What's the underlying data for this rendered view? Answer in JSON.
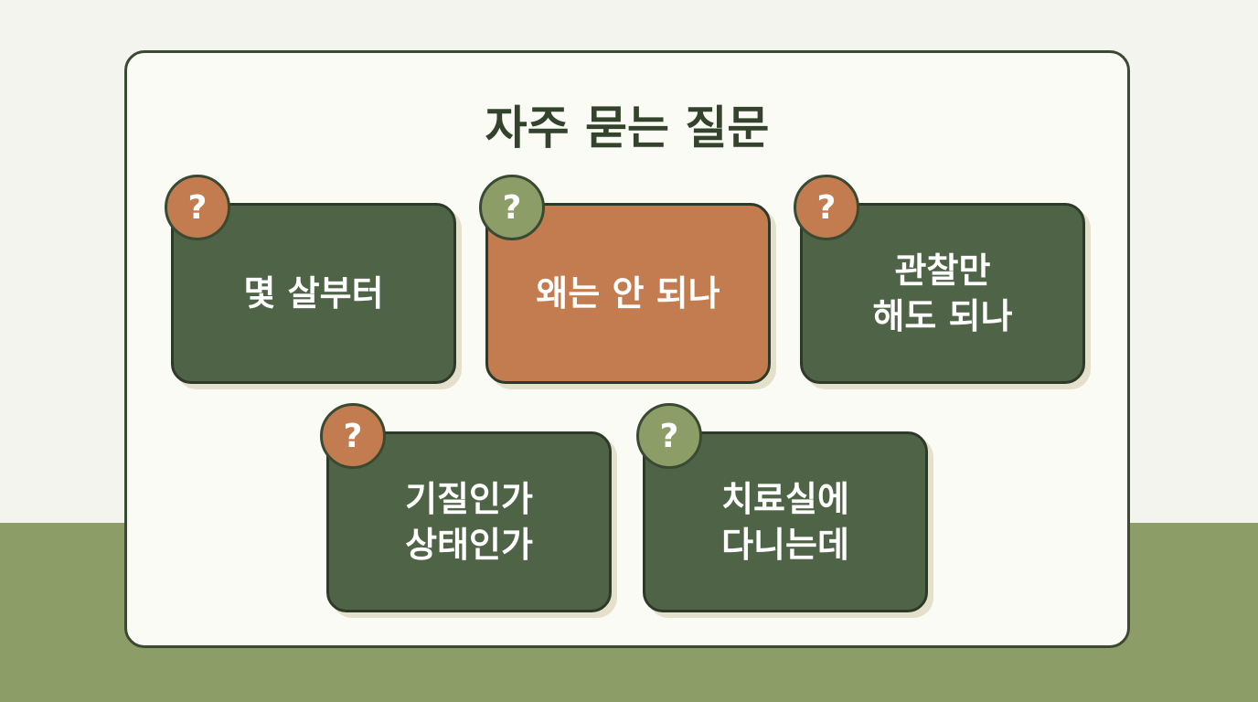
{
  "title": "자주 묻는 질문",
  "badge_symbol": "?",
  "colors": {
    "background": "#f4f4ee",
    "bottom_band": "#8c9d68",
    "panel": "#fbfbf6",
    "card_green": "#4f6446",
    "card_orange": "#c27c4f",
    "badge_orange": "#c27c4f",
    "badge_green": "#8c9d68",
    "outline": "#3a4a32"
  },
  "cards": [
    {
      "label": "몇 살부터",
      "card_color": "green",
      "badge_color": "orange",
      "highlighted": false
    },
    {
      "label": "왜는 안 되나",
      "card_color": "orange",
      "badge_color": "green",
      "highlighted": true
    },
    {
      "label": "관찰만\n해도 되나",
      "card_color": "green",
      "badge_color": "orange",
      "highlighted": false
    },
    {
      "label": "기질인가\n상태인가",
      "card_color": "green",
      "badge_color": "orange",
      "highlighted": false
    },
    {
      "label": "치료실에\n다니는데",
      "card_color": "green",
      "badge_color": "green",
      "highlighted": false
    }
  ]
}
